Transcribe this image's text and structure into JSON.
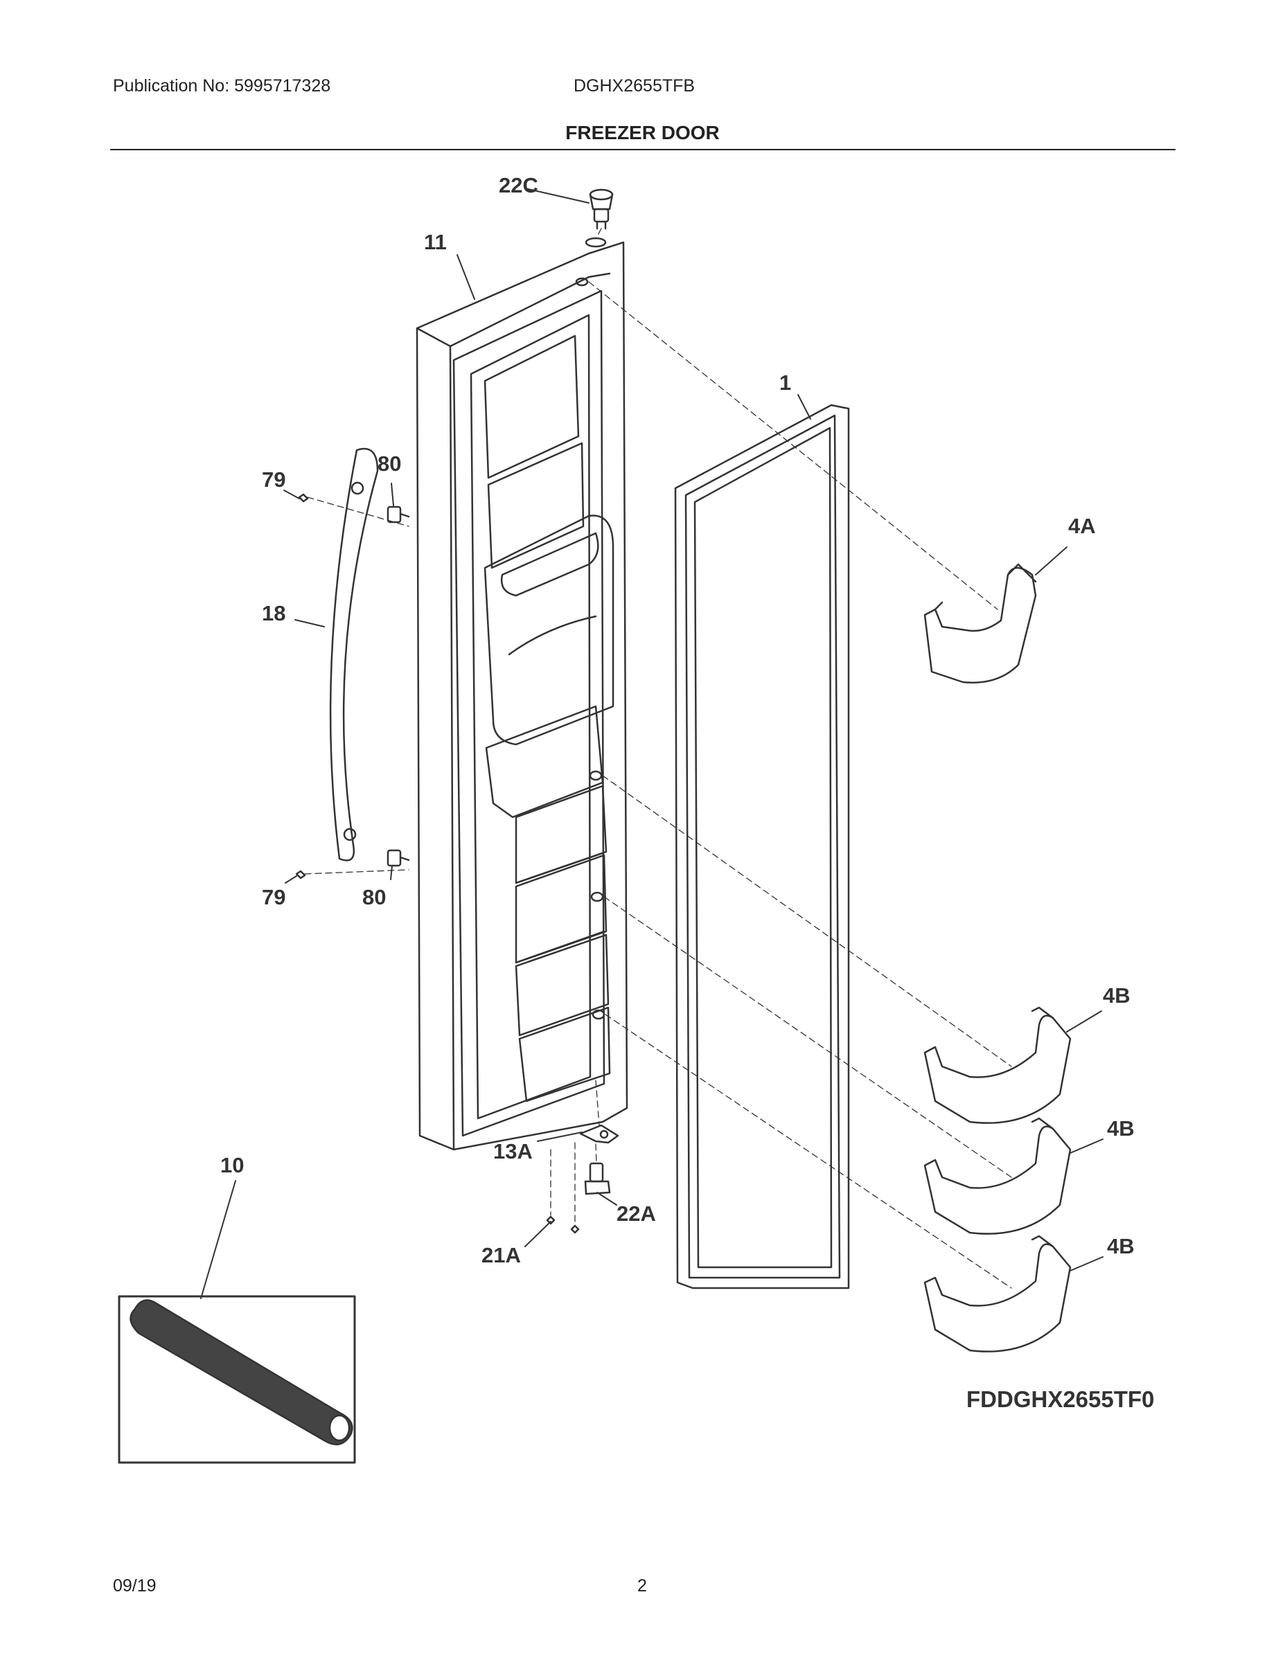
{
  "header": {
    "publication": "Publication No: 5995717328",
    "model": "DGHX2655TFB",
    "title": "FREEZER DOOR"
  },
  "callouts": {
    "c22C": "22C",
    "c11": "11",
    "c1": "1",
    "c79a": "79",
    "c80a": "80",
    "c4A": "4A",
    "c18": "18",
    "c79b": "79",
    "c80b": "80",
    "c4B1": "4B",
    "c10": "10",
    "c13A": "13A",
    "c4B2": "4B",
    "c22A": "22A",
    "c21A": "21A",
    "c4B3": "4B"
  },
  "figure_code": "FDDGHX2655TF0",
  "footer": {
    "date": "09/19",
    "page": "2"
  }
}
